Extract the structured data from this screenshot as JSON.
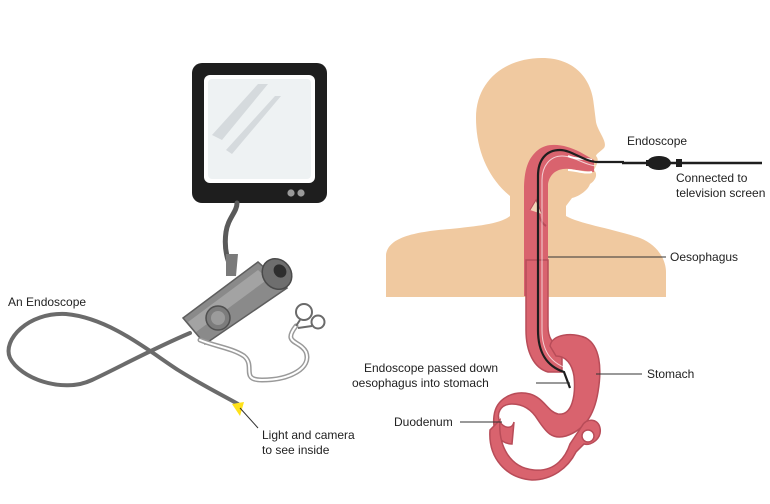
{
  "labels": {
    "an_endoscope": "An Endoscope",
    "light_camera_line1": "Light and camera",
    "light_camera_line2": "to see inside",
    "endoscope": "Endoscope",
    "connected_line1": "Connected to",
    "connected_line2": "television screen",
    "oesophagus": "Oesophagus",
    "passed_line1": "Endoscope passed down",
    "passed_line2": "oesophagus into stomach",
    "stomach": "Stomach",
    "duodenum": "Duodenum"
  },
  "colors": {
    "skin": "#f0c9a0",
    "organ": "#d9636e",
    "organ_outline": "#b84c58",
    "scope_body": "#6f6f6f",
    "monitor": "#1e1e1e",
    "light": "#ffe21a",
    "leader_line": "#333333"
  }
}
